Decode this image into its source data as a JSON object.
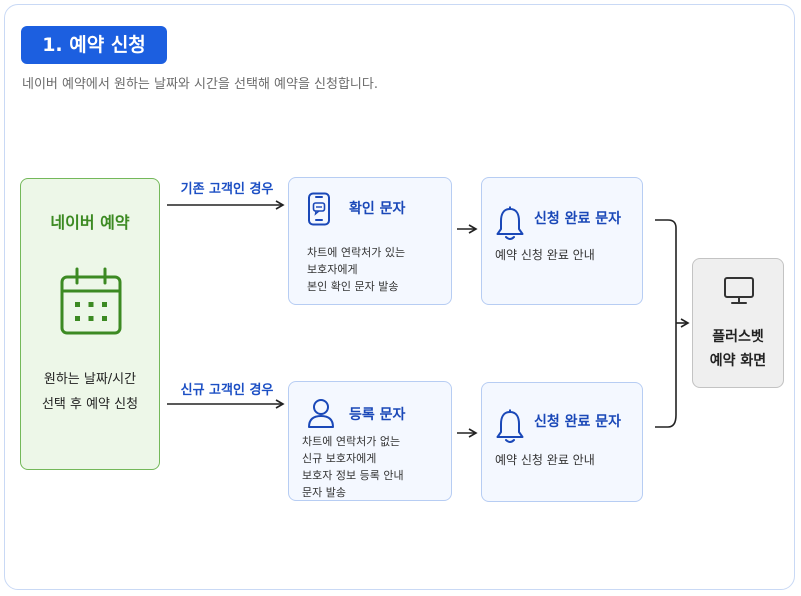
{
  "header": {
    "step_title": "1. 예약 신청",
    "subtitle": "네이버 예약에서 원하는 날짜와 시간을 선택해 예약을 신청합니다."
  },
  "source": {
    "title": "네이버 예약",
    "desc_line1": "원하는 날짜/시간",
    "desc_line2": "선택 후 예약 신청"
  },
  "branches": {
    "existing_label": "기존 고객인 경우",
    "new_label": "신규 고객인 경우"
  },
  "existing": {
    "verify_title": "확인 문자",
    "verify_lines": [
      "차트에 연락처가 있는",
      "보호자에게",
      "본인 확인 문자 발송"
    ],
    "complete_title": "신청 완료 문자",
    "complete_body": "예약 신청 완료 안내"
  },
  "new": {
    "register_title": "등록 문자",
    "register_lines": [
      "차트에 연락처가 없는",
      "신규 보호자에게",
      "보호자 정보 등록 안내",
      "문자 발송"
    ],
    "complete_title": "신청 완료 문자",
    "complete_body": "예약 신청 완료 안내"
  },
  "result": {
    "line1": "플러스벳",
    "line2": "예약 화면"
  },
  "colors": {
    "accent": "#1c5fe0",
    "naver_green": "#3c8a22",
    "card_border": "#b7cdf3"
  },
  "icons": [
    "calendar-icon",
    "phone-message-icon",
    "bell-icon",
    "user-icon",
    "monitor-icon"
  ]
}
